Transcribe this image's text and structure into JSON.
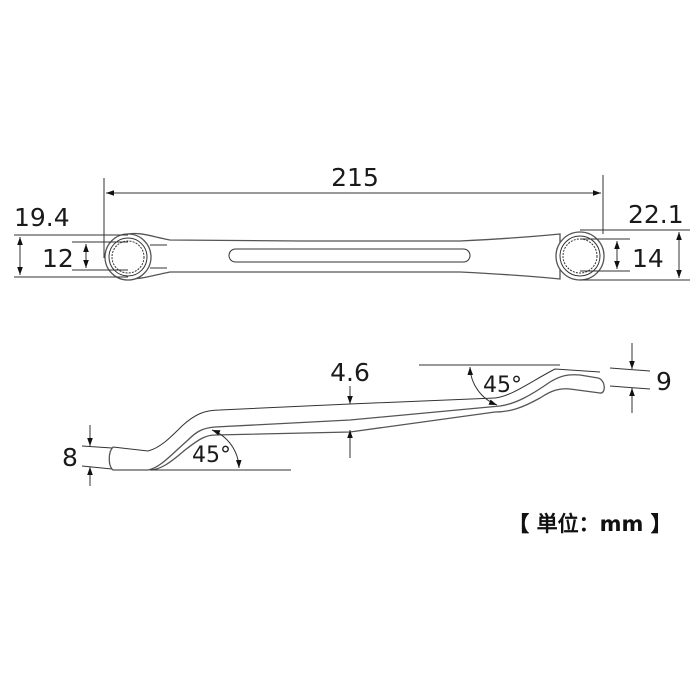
{
  "diagram": {
    "subject": "offset double box-end wrench dimension drawing",
    "top_view": {
      "overall_length": "215",
      "left_head_outer": "19.4",
      "left_head_size": "12",
      "right_head_outer": "22.1",
      "right_head_size": "14"
    },
    "side_view": {
      "shank_thickness": "4.6",
      "left_head_thickness": "8",
      "right_head_thickness": "9",
      "left_offset_angle": "45°",
      "right_offset_angle": "45°"
    },
    "unit_label": "【 単位：mm 】",
    "colors": {
      "line": "#333333",
      "text": "#1a1a1a",
      "background": "#ffffff"
    }
  }
}
